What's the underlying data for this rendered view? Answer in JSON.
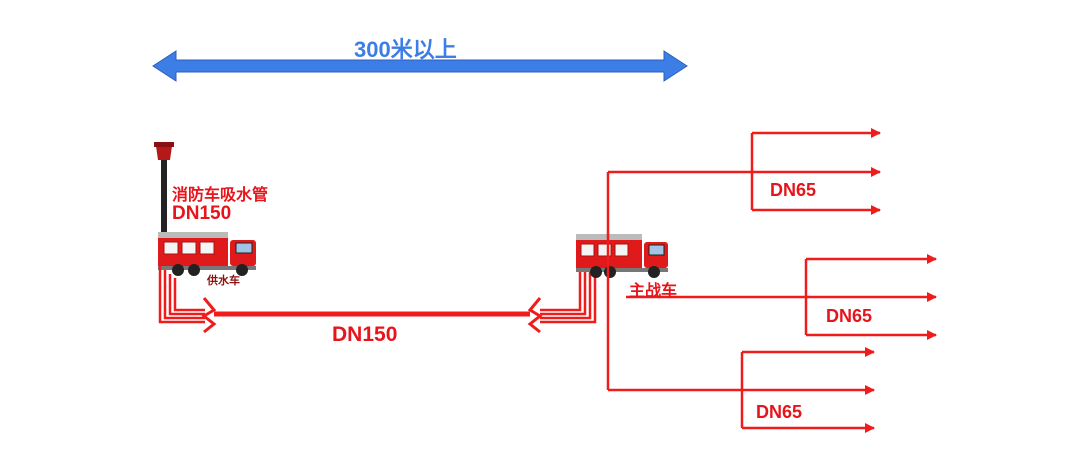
{
  "distance": {
    "label": "300米以上",
    "color": "#3d7de6"
  },
  "supply_truck": {
    "suction_label": "消防车吸水管",
    "suction_size": "DN150",
    "label": "供水车"
  },
  "main_line": {
    "label": "DN150"
  },
  "attack_truck": {
    "label": "主战车"
  },
  "branches": [
    {
      "label": "DN65",
      "outlets": 3
    },
    {
      "label": "DN65",
      "outlets": 3
    },
    {
      "label": "DN65",
      "outlets": 3
    }
  ],
  "colors": {
    "hose": "#f01c1c",
    "truck_body": "#e01a1a",
    "text": "#e8141b",
    "arrow": "#3d7de6"
  }
}
